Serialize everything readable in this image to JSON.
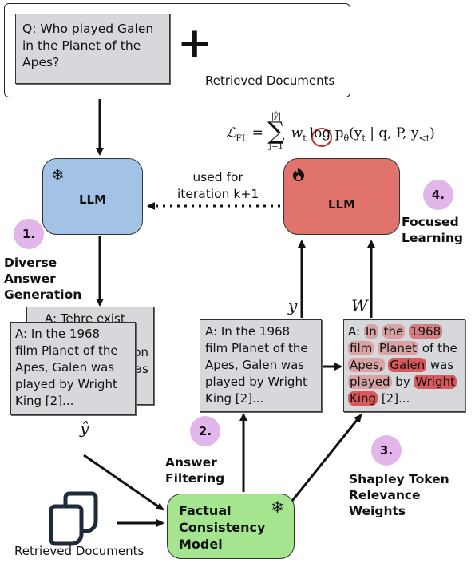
{
  "input": {
    "question": "Q: Who played Galen in the Planet of the Apes?",
    "plus": "+",
    "retrieved_label": "Retrieved Documents"
  },
  "formula": {
    "lhs": "ℒ",
    "lhs_sub": "FL",
    "equals": " = ",
    "sum_top": "|ŷ|",
    "sum_sym": "∑",
    "sum_bottom": "j=1",
    "weight": "w",
    "weight_sub": "t",
    "rest": "log p",
    "rest_sub": "θ",
    "rest_args": "(y",
    "rest_args_sub": "t",
    "rest_tail": " | q, P, y",
    "rest_tail_sub": "<t",
    "close": ")"
  },
  "llm_frozen": {
    "label": "LLM",
    "icon": "snowflake-icon"
  },
  "llm_trained": {
    "label": "LLM",
    "icon": "flame-icon"
  },
  "feedback": {
    "line1": "used for",
    "line2": "iteration k+1"
  },
  "steps": [
    {
      "num": "1.",
      "lines": [
        "Diverse",
        "Answer",
        "Generation"
      ]
    },
    {
      "num": "2.",
      "lines": [
        "Answer",
        "Filtering"
      ]
    },
    {
      "num": "3.",
      "lines": [
        "Shapley Token",
        "Relevance",
        "Weights"
      ]
    },
    {
      "num": "4.",
      "lines": [
        "Focused",
        "Learning"
      ]
    }
  ],
  "generated": {
    "back_lines": [
      "A: Tehre exist",
      "on",
      "as"
    ],
    "front_lines": [
      "A: In the 1968",
      "film Planet of the",
      "Apes, Galen was",
      "played by Wright",
      "King [2]..."
    ],
    "var": "ŷ"
  },
  "filtered": {
    "lines": [
      "A: In the 1968",
      "film Planet of the",
      "Apes, Galen was",
      "played by Wright",
      "King [2]..."
    ],
    "var": "y"
  },
  "weighted": {
    "var": "W",
    "tokens": [
      [
        "A:",
        "In",
        "the",
        "1968"
      ],
      [
        "film",
        "Planet",
        "of",
        "the"
      ],
      [
        "Apes,",
        "Galen",
        "was"
      ],
      [
        "played",
        "by",
        "Wright"
      ],
      [
        "King",
        "[2]..."
      ]
    ]
  },
  "fcm": {
    "lines": [
      "Factual",
      "Consistency",
      "Model"
    ],
    "icon": "snowflake-icon"
  },
  "retrieved_bottom": "Retrieved Documents",
  "colors": {
    "llm_frozen": "#a3c3e6",
    "llm_trained": "#e0746c",
    "badge": "#e2b6ea",
    "fcm": "#a6e58f",
    "card": "#d6d8dc"
  }
}
